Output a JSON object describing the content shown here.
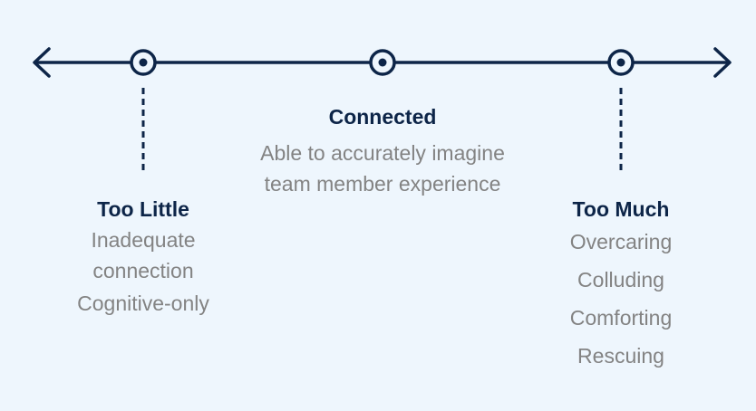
{
  "colors": {
    "background": "#eef6fd",
    "line": "#0d2548",
    "text": "#838383"
  },
  "points": [
    {
      "title": "Too Little",
      "lines": [
        "Inadequate connection",
        "Cognitive-only"
      ]
    },
    {
      "title": "Connected",
      "lines": [
        "Able to accurately imagine team member experience"
      ]
    },
    {
      "title": "Too Much",
      "lines": [
        "Overcaring",
        "Colluding",
        "Comforting",
        "Rescuing"
      ]
    }
  ]
}
